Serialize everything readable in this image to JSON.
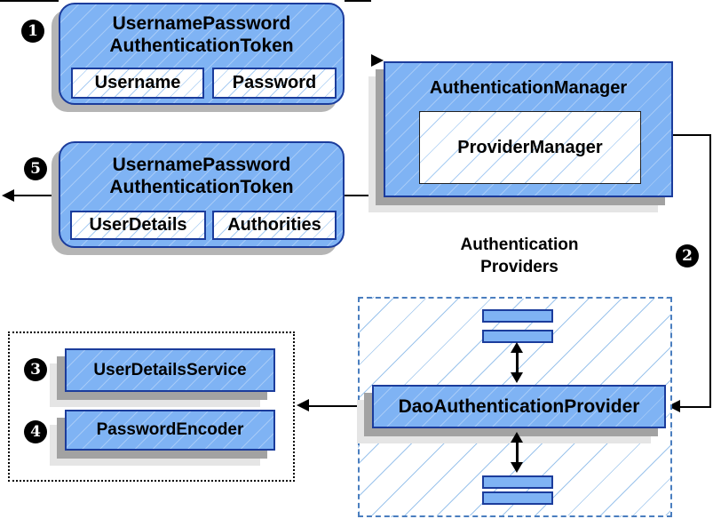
{
  "colors": {
    "node_fill": "#7fb3f4",
    "node_border": "#1b3c9c",
    "hatch_line": "#a9cdf3",
    "dashed_border": "#4a7ebf"
  },
  "badges": {
    "step1": "1",
    "step2": "2",
    "step3": "3",
    "step4": "4",
    "step5": "5"
  },
  "request_token": {
    "title_line1": "UsernamePassword",
    "title_line2": "AuthenticationToken",
    "field_username": "Username",
    "field_password": "Password"
  },
  "authentication_manager": {
    "title": "AuthenticationManager",
    "inner_label": "ProviderManager"
  },
  "response_token": {
    "title_line1": "UsernamePassword",
    "title_line2": "AuthenticationToken",
    "field_userdetails": "UserDetails",
    "field_authorities": "Authorities"
  },
  "providers": {
    "heading_line1": "Authentication",
    "heading_line2": "Providers",
    "dao_label": "DaoAuthenticationProvider"
  },
  "services": {
    "user_details_service": "UserDetailsService",
    "password_encoder": "PasswordEncoder"
  }
}
